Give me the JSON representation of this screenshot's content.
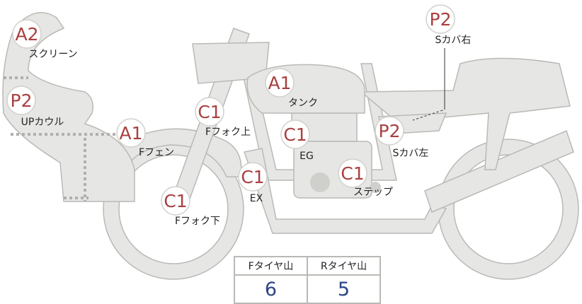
{
  "parts": [
    {
      "grade": "A2",
      "label": "スクリーン"
    },
    {
      "grade": "P2",
      "label": "UPカウル"
    },
    {
      "grade": "A1",
      "label": "Fフェン"
    },
    {
      "grade": "C1",
      "label": "Fフォク下"
    },
    {
      "grade": "C1",
      "label": "Fフォク上"
    },
    {
      "grade": "A1",
      "label": "タンク"
    },
    {
      "grade": "C1",
      "label": "EG"
    },
    {
      "grade": "C1",
      "label": "EX"
    },
    {
      "grade": "C1",
      "label": "ステップ"
    },
    {
      "grade": "P2",
      "label": "Sカバ左"
    },
    {
      "grade": "P2",
      "label": "Sカバ右"
    }
  ],
  "tires": {
    "front_label": "Fタイヤ山",
    "front_value": "6",
    "rear_label": "Rタイヤ山",
    "rear_value": "5"
  }
}
